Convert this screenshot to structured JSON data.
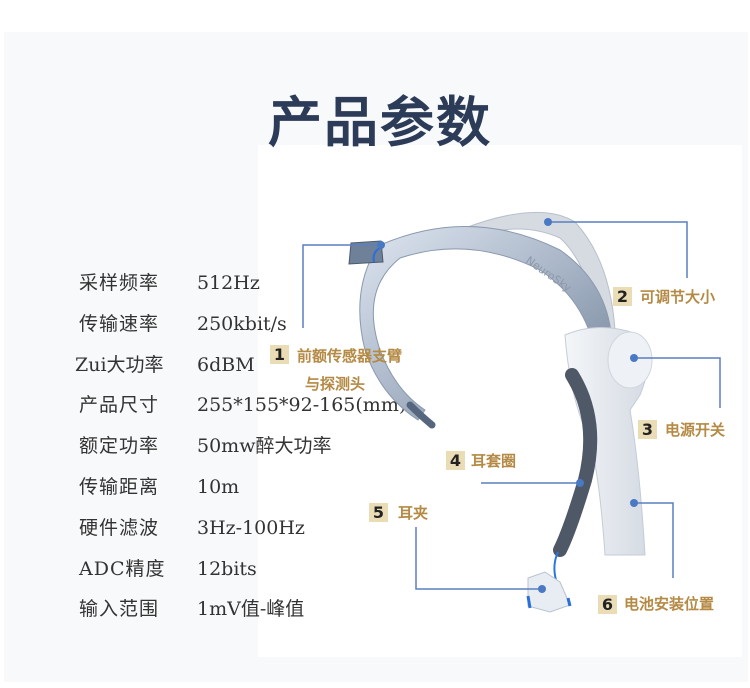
{
  "title": "产品参数",
  "specs": [
    {
      "label": "采样频率",
      "value": "512Hz"
    },
    {
      "label": "传输速率",
      "value": "250kbit/s"
    },
    {
      "label": "Zui大功率",
      "value": "6dBM"
    },
    {
      "label": "产品尺寸",
      "value": "255*155*92-165(mm)"
    },
    {
      "label": "额定功率",
      "value": "50mw醉大功率"
    },
    {
      "label": "传输距离",
      "value": "10m"
    },
    {
      "label": "硬件滤波",
      "value": "3Hz-100Hz"
    },
    {
      "label": "ADC精度",
      "value": "12bits"
    },
    {
      "label": "输入范围",
      "value": "1mV值-峰值"
    }
  ],
  "callouts": [
    {
      "num": "1",
      "label": "前额传感器支臂",
      "label2": "与探测头"
    },
    {
      "num": "2",
      "label": "可调节大小"
    },
    {
      "num": "3",
      "label": "电源开关"
    },
    {
      "num": "4",
      "label": "耳套圈"
    },
    {
      "num": "5",
      "label": "耳夹"
    },
    {
      "num": "6",
      "label": "电池安装位置"
    }
  ],
  "brand_text": "NeuroSky",
  "colors": {
    "title": "#2c3b57",
    "callout_text": "#b48a45",
    "callout_box": "#eadcb4",
    "leader_line": "#5a7fc0"
  }
}
